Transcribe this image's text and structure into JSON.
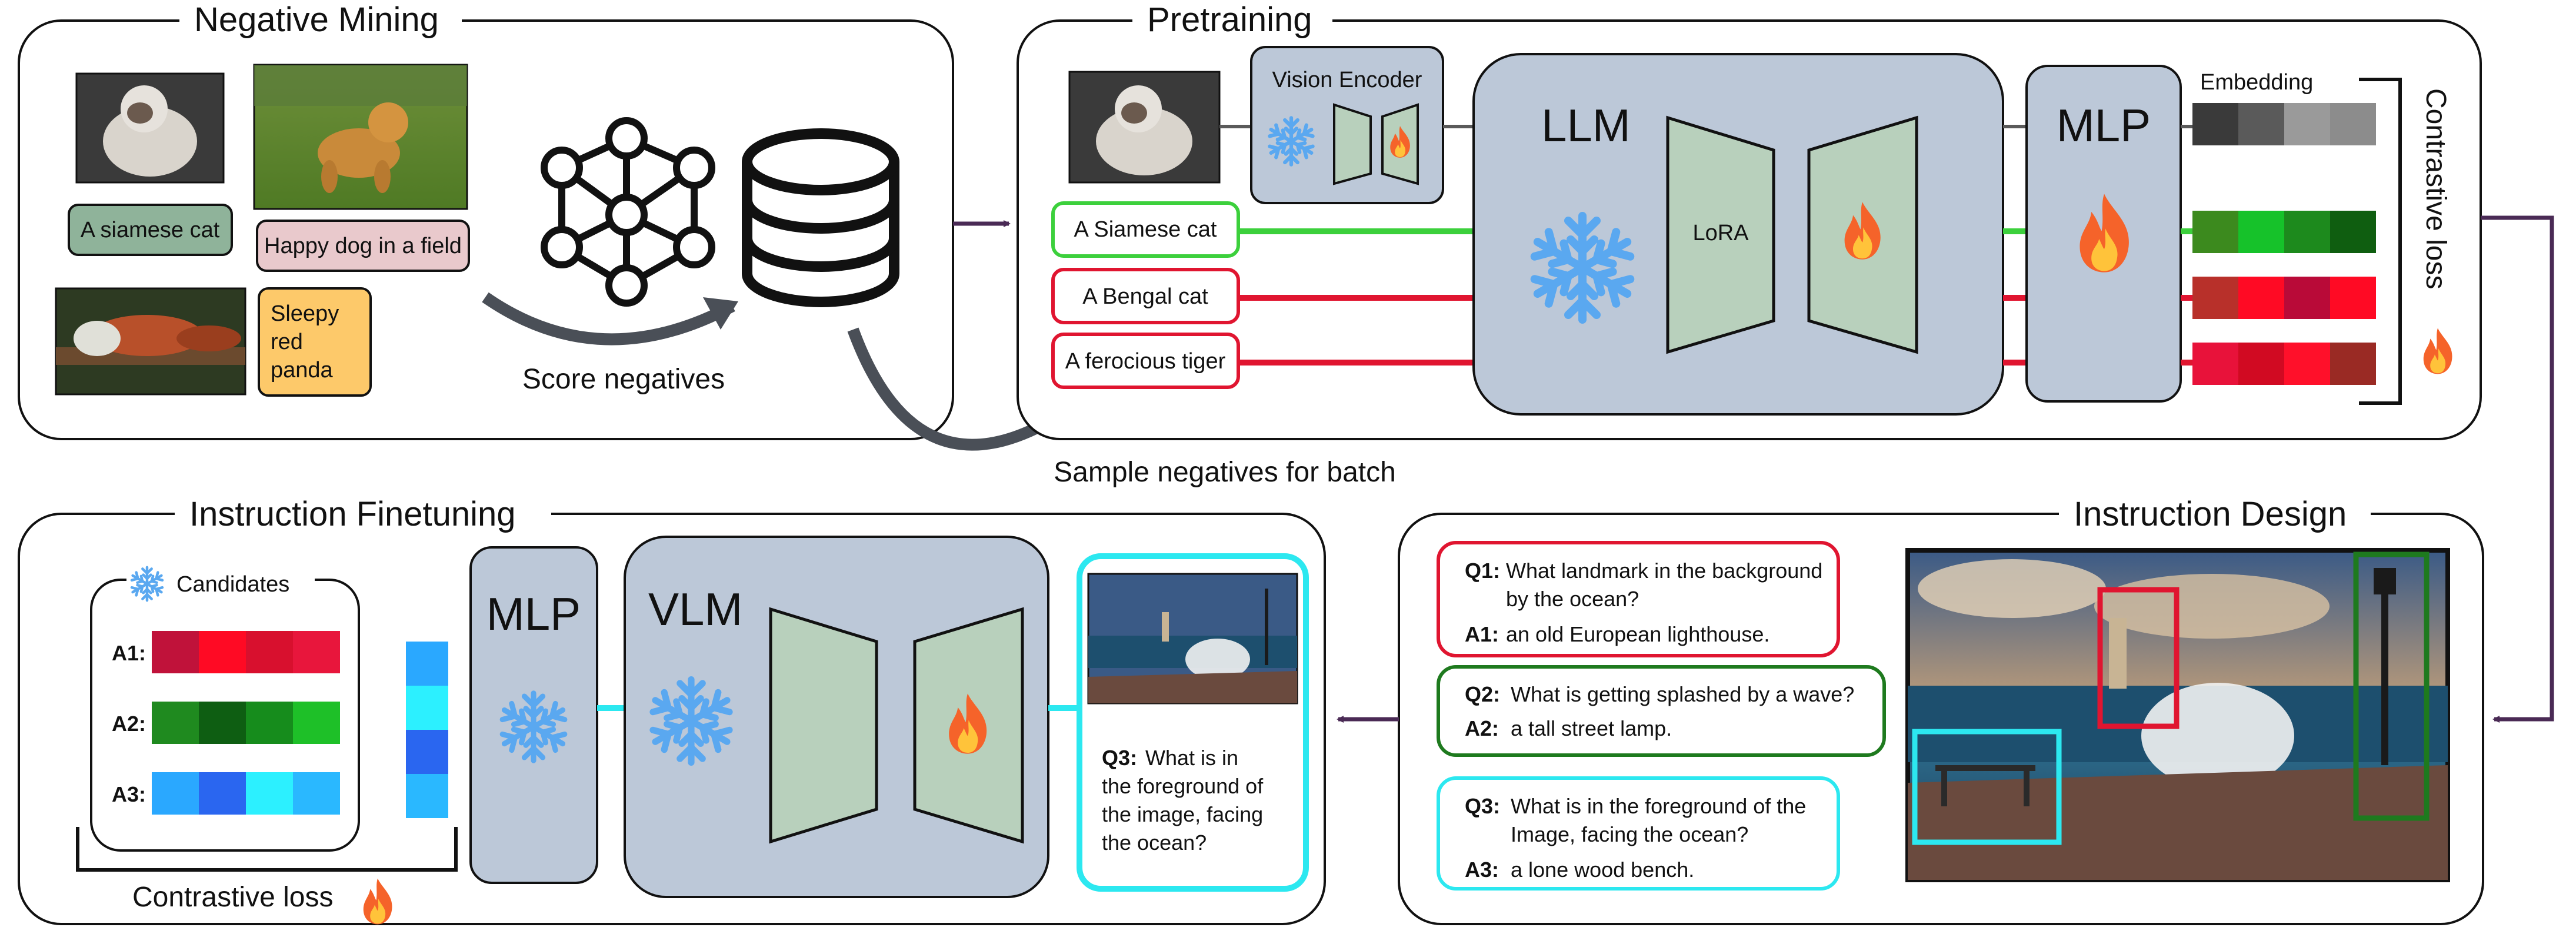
{
  "sections": {
    "negative_mining": "Negative Mining",
    "pretraining": "Pretraining",
    "instruction_finetuning": "Instruction Finetuning",
    "instruction_design": "Instruction Design"
  },
  "negative_mining": {
    "caption_cat": "A siamese cat",
    "caption_dog": "Happy dog in a field",
    "caption_panda_lines": [
      "Sleepy",
      "red",
      "panda"
    ],
    "score_label": "Score negatives"
  },
  "sample_label": "Sample negatives for batch",
  "pretraining": {
    "vision_encoder": "Vision Encoder",
    "llm": "LLM",
    "lora": "LoRA",
    "mlp": "MLP",
    "embedding": "Embedding",
    "contrastive_loss": "Contrastive loss",
    "captions": [
      "A Siamese cat",
      "A Bengal cat",
      "A ferocious tiger"
    ],
    "embedding_rows": [
      [
        "#3a3a3a",
        "#5a5a5a",
        "#9a9a9a",
        "#8c8c8c"
      ],
      [
        "#3c8a1e",
        "#16c22a",
        "#1d8a1d",
        "#0f5e10"
      ],
      [
        "#b8302a",
        "#ff0a24",
        "#b90a38",
        "#ff0a24"
      ],
      [
        "#e8123a",
        "#d10a22",
        "#ff102a",
        "#9a2a24"
      ]
    ]
  },
  "finetuning": {
    "candidates": "Candidates",
    "answer_labels": [
      "A1:",
      "A2:",
      "A3:"
    ],
    "answer_rows": [
      [
        "#c0123a",
        "#ff0a24",
        "#d8102e",
        "#e8163c"
      ],
      [
        "#1f8a1f",
        "#0e5e12",
        "#168c1c",
        "#1ec028"
      ],
      [
        "#2aa8ff",
        "#2a66f0",
        "#2cf0ff",
        "#2ab8ff"
      ]
    ],
    "query_column": [
      "#2aa8ff",
      "#2cf0ff",
      "#2a66f0",
      "#2ab8ff"
    ],
    "mlp": "MLP",
    "vlm": "VLM",
    "q3_label": "Q3:",
    "q3_lines": [
      "What is in",
      "the foreground of",
      "the image, facing",
      "the ocean?"
    ],
    "contrastive_loss": "Contrastive loss"
  },
  "instruction_design": {
    "q1_label": "Q1:",
    "q1_lines": [
      "What landmark in the background",
      "by the ocean?"
    ],
    "a1_label": "A1:",
    "a1": "an old European lighthouse.",
    "q2_label": "Q2:",
    "q2": "What is getting splashed by a wave?",
    "a2_label": "A2:",
    "a2": "a tall street lamp.",
    "q3_label": "Q3:",
    "q3_lines": [
      "What is in the foreground of the",
      "Image, facing the ocean?"
    ],
    "a3_label": "A3:",
    "a3": "a lone wood bench."
  }
}
